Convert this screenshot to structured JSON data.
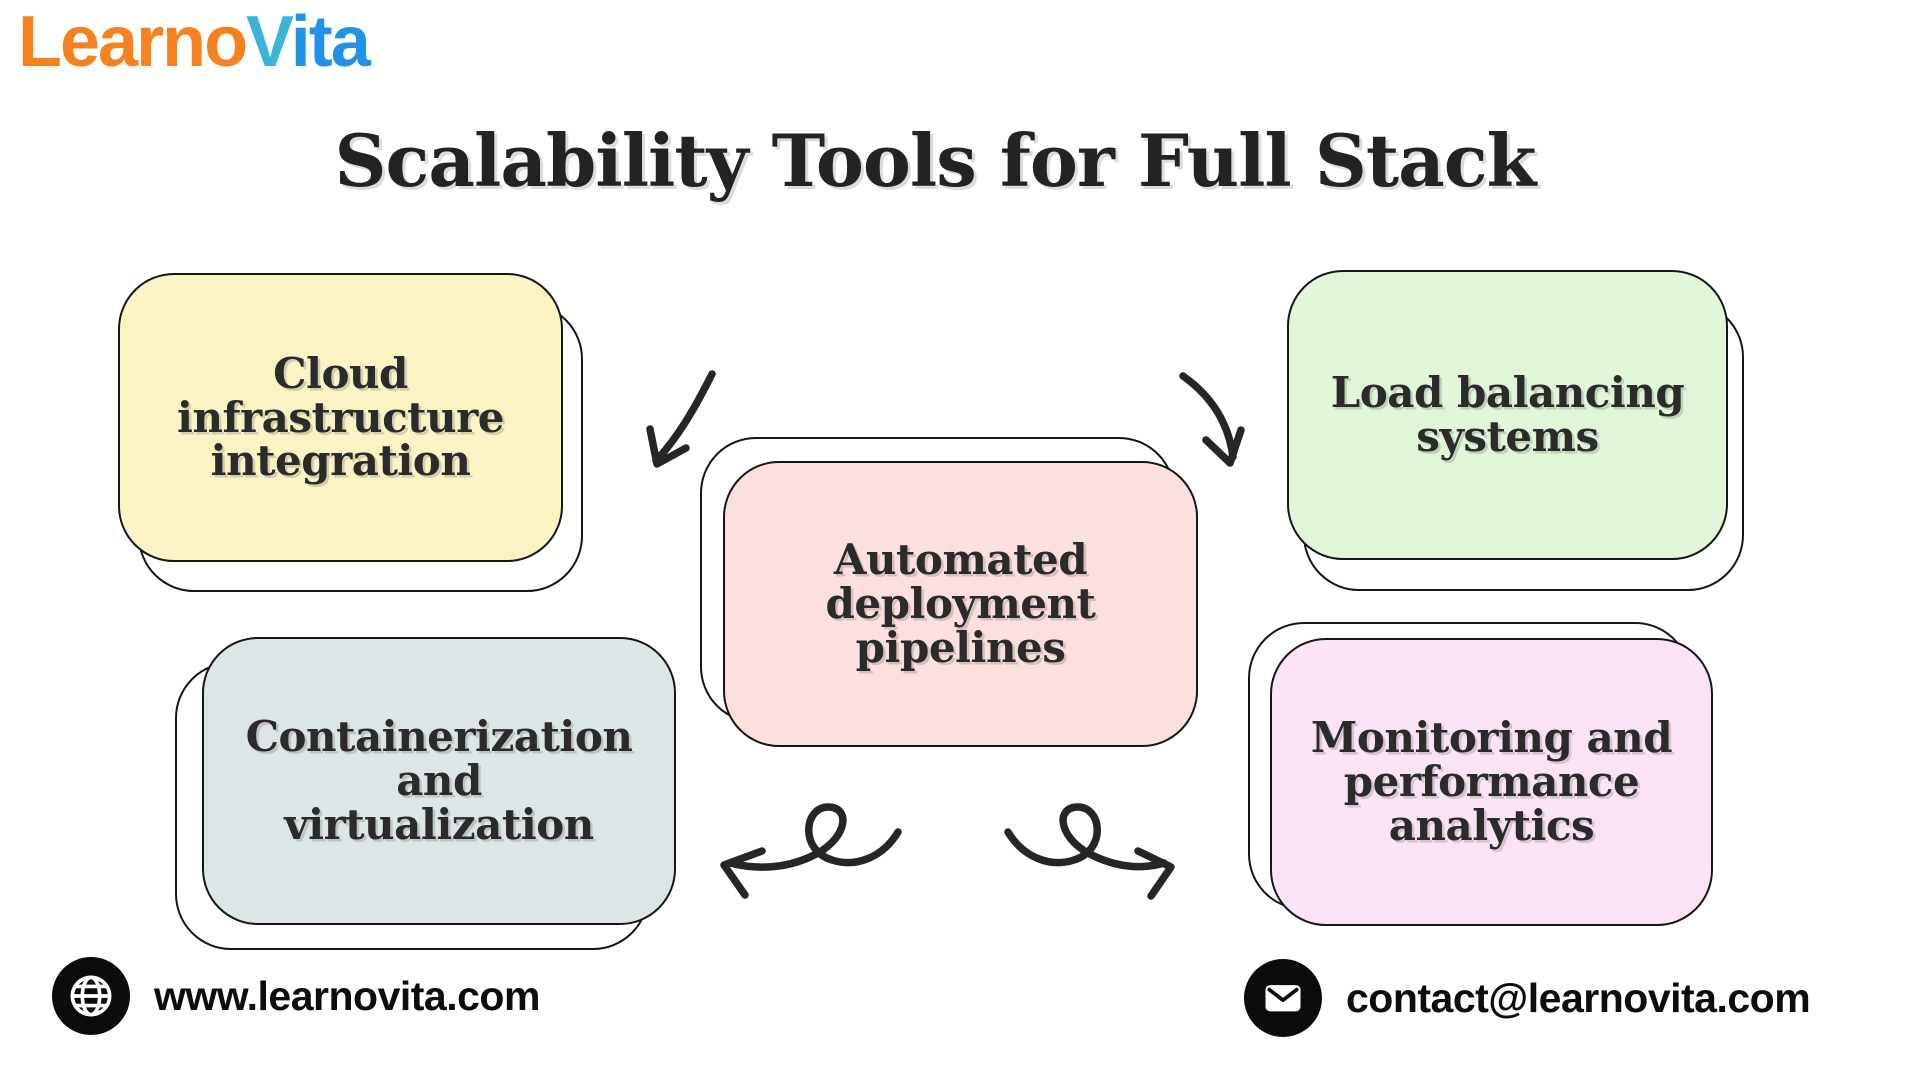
{
  "logo": {
    "part1": "Learno",
    "part2": "V",
    "part3": "ita"
  },
  "title": "Scalability Tools for Full Stack",
  "boxes": [
    {
      "name": "cloud-infrastructure-integration",
      "lines": [
        "Cloud",
        "infrastructure",
        "integration"
      ],
      "fill": "#faf3c3"
    },
    {
      "name": "containerization-and-virtualization",
      "lines": [
        "Containerization",
        "and",
        "virtualization"
      ],
      "fill": "#dde6e6"
    },
    {
      "name": "automated-deployment-pipelines",
      "lines": [
        "Automated",
        "deployment",
        "pipelines"
      ],
      "fill": "#fcdfdf"
    },
    {
      "name": "load-balancing-systems",
      "lines": [
        "Load balancing",
        "systems"
      ],
      "fill": "#e1f6d8"
    },
    {
      "name": "monitoring-and-performance-analytics",
      "lines": [
        "Monitoring and",
        "performance",
        "analytics"
      ],
      "fill": "#fbe3f6"
    }
  ],
  "footer": {
    "website": "www.learnovita.com",
    "email": "contact@learnovita.com"
  },
  "colors": {
    "logo_orange": "#f5821f",
    "logo_teal": "#3cb4d8",
    "logo_blue": "#2093e6",
    "box_stroke": "#161616",
    "box_text": "#2b2b2b",
    "arrow": "#262626",
    "icon_bg": "#0c0c0c"
  }
}
